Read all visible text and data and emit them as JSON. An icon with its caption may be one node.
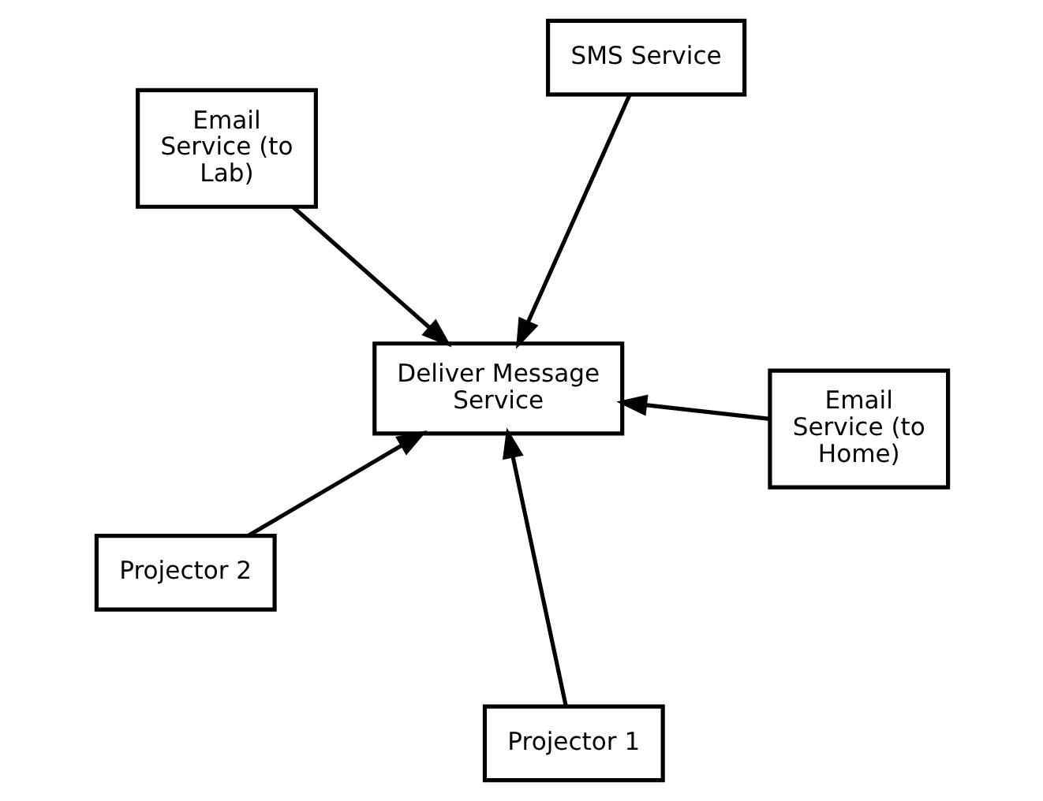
{
  "diagram": {
    "nodes": [
      {
        "text": [
          "Email Service (to Lab)"
        ]
      },
      {
        "text": [
          "Email Service (to Home)"
        ]
      },
      {
        "text": [
          "Projector 1"
        ]
      },
      {
        "text": [
          "Deliver Message Service"
        ]
      },
      {
        "text": [
          "SMS Service"
        ]
      },
      {
        "text": [
          "Projector 2"
        ]
      }
    ],
    "edges": [
      {
        "from": 0,
        "to": 3,
        "arrow": "to"
      },
      {
        "from": 1,
        "to": 3,
        "arrow": "to"
      },
      {
        "from": 2,
        "to": 3,
        "arrow": "to"
      },
      {
        "from": 4,
        "to": 3,
        "arrow": "to"
      },
      {
        "from": 5,
        "to": 3,
        "arrow": "to"
      }
    ]
  }
}
